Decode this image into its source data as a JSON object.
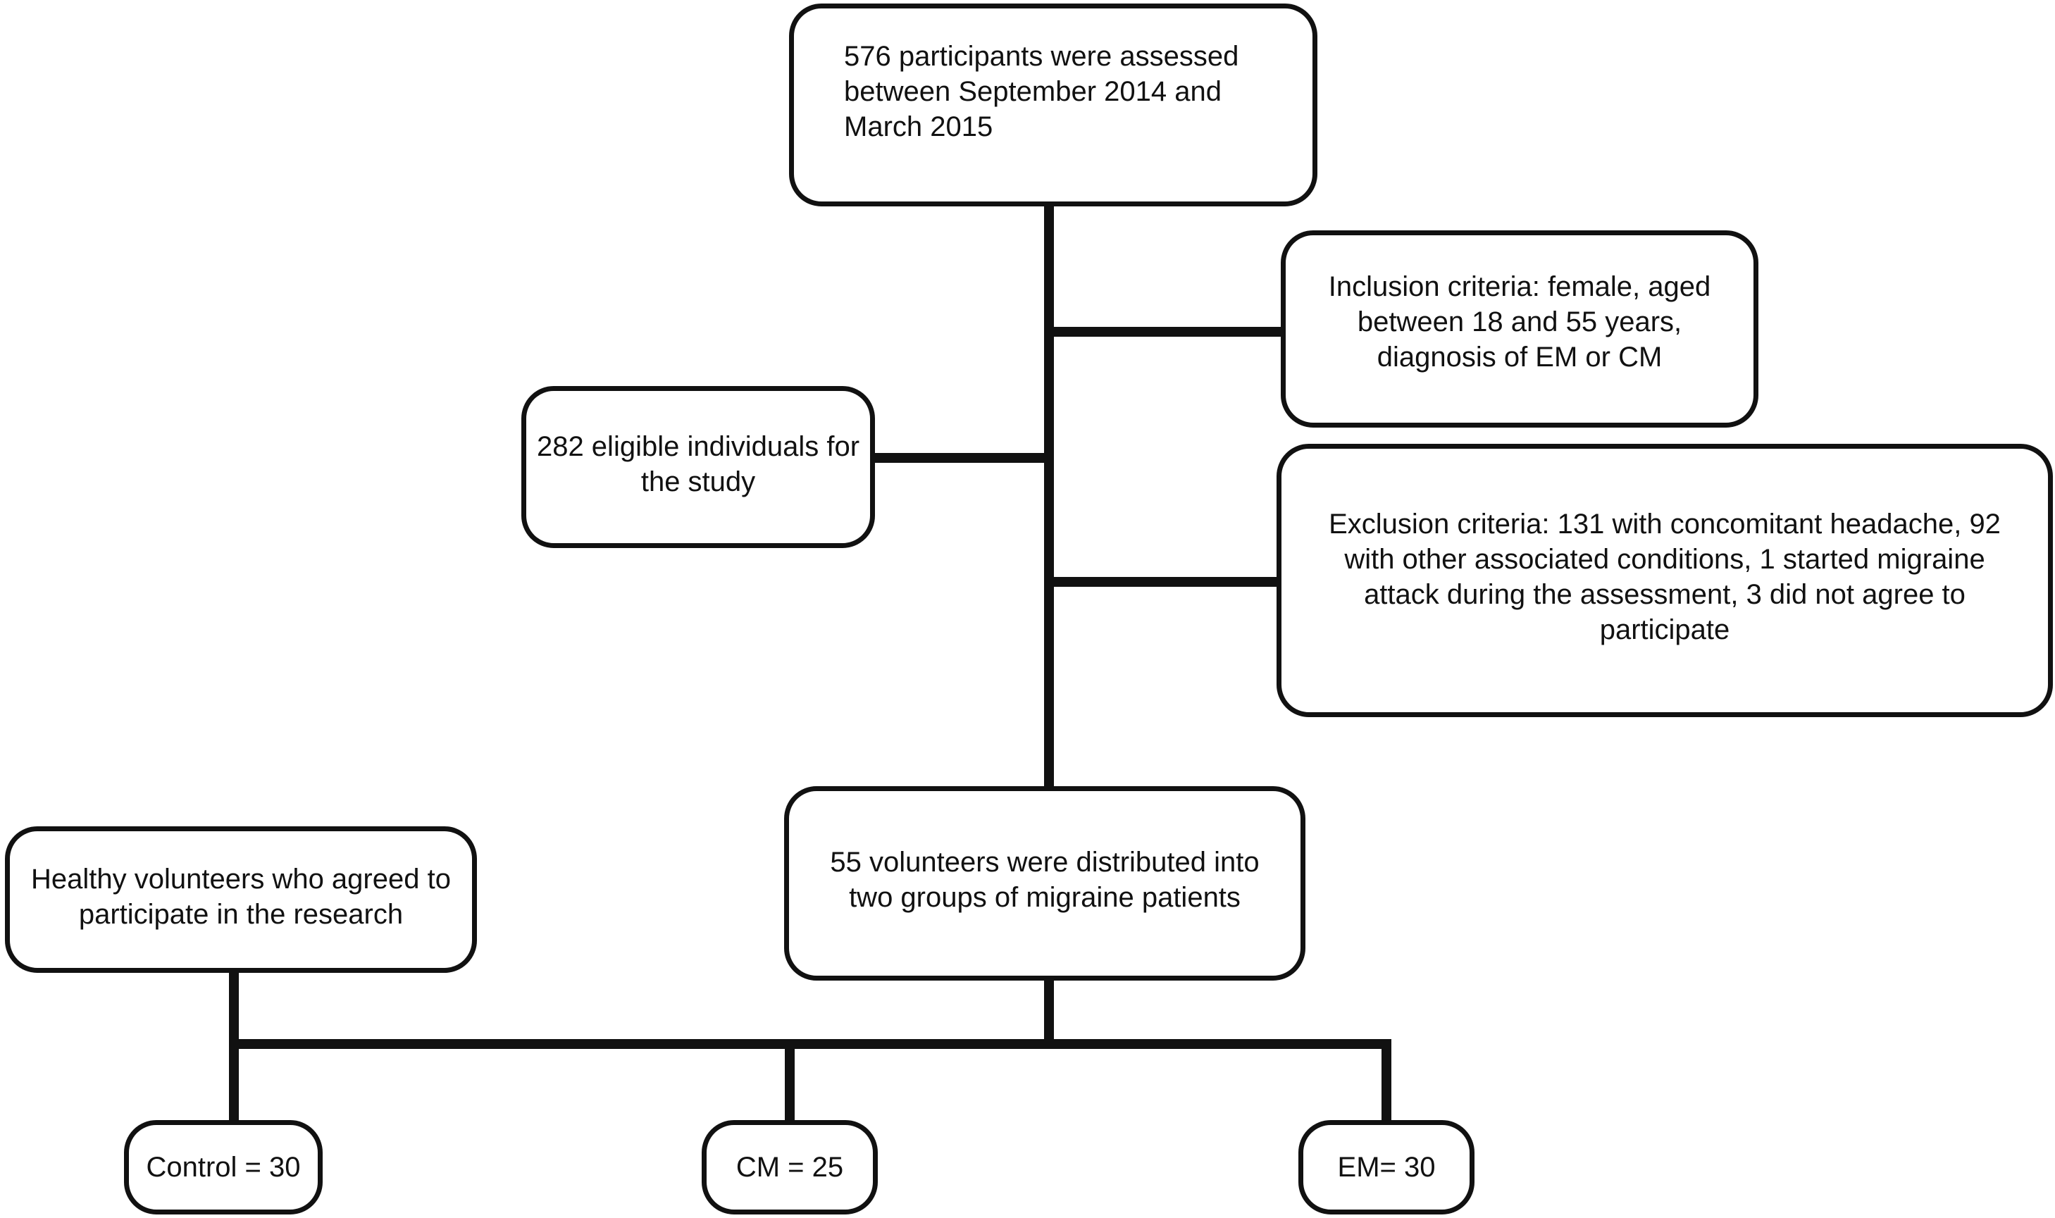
{
  "boxes": {
    "assessed": {
      "lines": [
        "576 participants were assessed",
        "between September 2014 and",
        "March 2015"
      ]
    },
    "inclusion": {
      "lines": [
        "Inclusion criteria: female, aged",
        "between 18 and 55 years,",
        "diagnosis of EM or CM"
      ]
    },
    "eligible": {
      "lines": [
        "282 eligible individuals for",
        "the study"
      ]
    },
    "exclusion": {
      "lines": [
        "Exclusion criteria: 131 with concomitant headache, 92",
        "with other associated conditions, 1 started migraine",
        "attack during the assessment, 3 did not agree to",
        "participate"
      ]
    },
    "distributed": {
      "lines": [
        "55 volunteers were  distributed into",
        "two groups of migraine patients"
      ]
    },
    "healthy": {
      "lines": [
        "Healthy volunteers who agreed to",
        "participate in the research"
      ]
    },
    "control": {
      "label": "Control = 30"
    },
    "cm": {
      "label": "CM = 25"
    },
    "em": {
      "label": "EM= 30"
    }
  },
  "colors": {
    "stroke": "#111111",
    "background": "#ffffff",
    "text": "#111111"
  }
}
